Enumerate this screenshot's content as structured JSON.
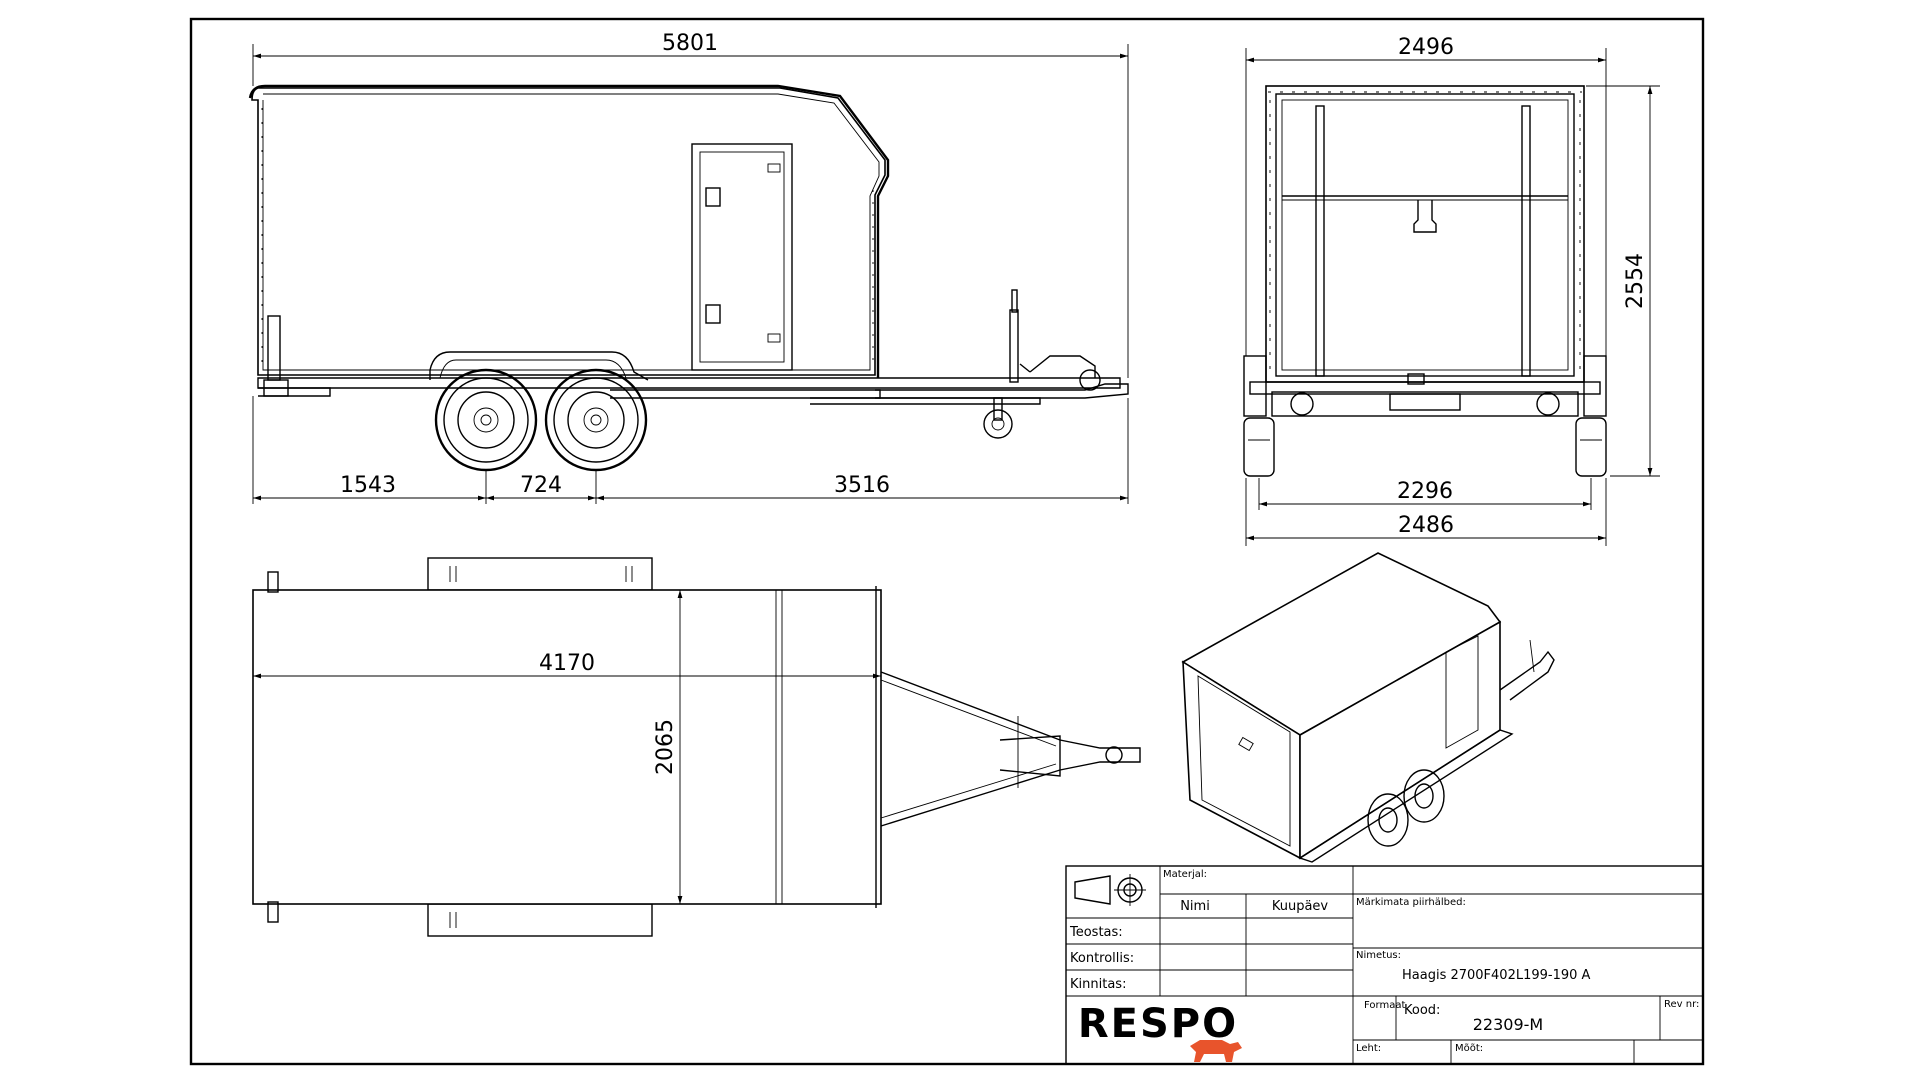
{
  "dimensions": {
    "side_length": "5801",
    "side_rear_overhang": "1543",
    "side_axle_spacing": "724",
    "side_front": "3516",
    "rear_width_top": "2496",
    "rear_height": "2554",
    "rear_track": "2296",
    "rear_width_bottom": "2486",
    "top_length": "4170",
    "top_width": "2065"
  },
  "title_block": {
    "material_label": "Materjal:",
    "name_header": "Nimi",
    "date_header": "Kuupäev",
    "drawn_label": "Teostas:",
    "checked_label": "Kontrollis:",
    "approved_label": "Kinnitas:",
    "notes_label": "Märkimata piirhälbed:",
    "title_label": "Nimetus:",
    "title_value": "Haagis 2700F402L199-190 A",
    "format_label": "Formaat",
    "code_label": "Kood:",
    "code_value": "22309-M",
    "rev_label": "Rev nr:",
    "sheet_label": "Leht:",
    "scale_label": "Mõõt:"
  },
  "logo": {
    "text": "RESPO",
    "color": "#e8542c"
  }
}
